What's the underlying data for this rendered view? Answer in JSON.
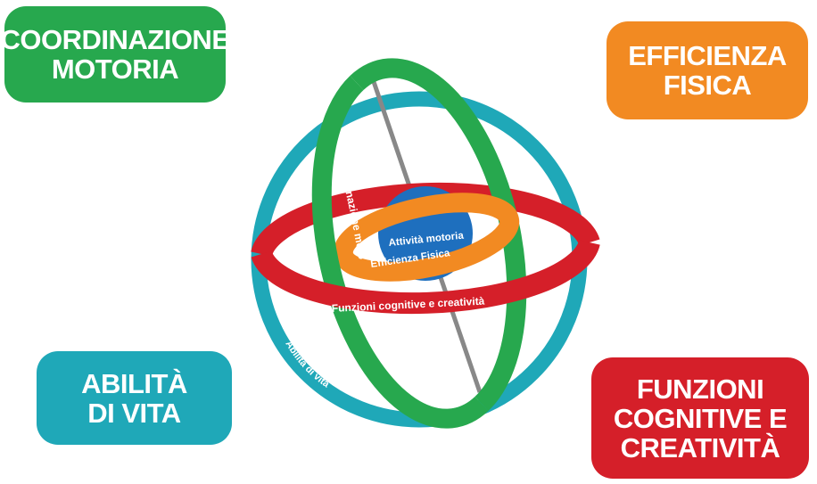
{
  "colors": {
    "green": "#27a84e",
    "orange": "#f28a22",
    "teal": "#1fa8b8",
    "red": "#d51f29",
    "blue": "#1e6fbe",
    "axis": "#888888"
  },
  "boxes": {
    "coordinazione": {
      "line1": "COORDINAZIONE",
      "line2": "MOTORIA"
    },
    "efficienza": {
      "line1": "EFFICIENZA",
      "line2": "FISICA"
    },
    "abilita": {
      "line1": "ABILITÀ",
      "line2": "DI VITA"
    },
    "funzioni": {
      "line1": "FUNZIONI",
      "line2": "COGNITIVE E",
      "line3": "CREATIVITÀ"
    }
  },
  "diagram": {
    "center_label": "Attività motoria",
    "green_ring_label": "Coordinazione motoria",
    "orange_ring_label": "Efficienza Fisica",
    "red_ring_label": "Funzioni cognitive e creatività",
    "teal_ring_label": "Abilità di vita"
  }
}
